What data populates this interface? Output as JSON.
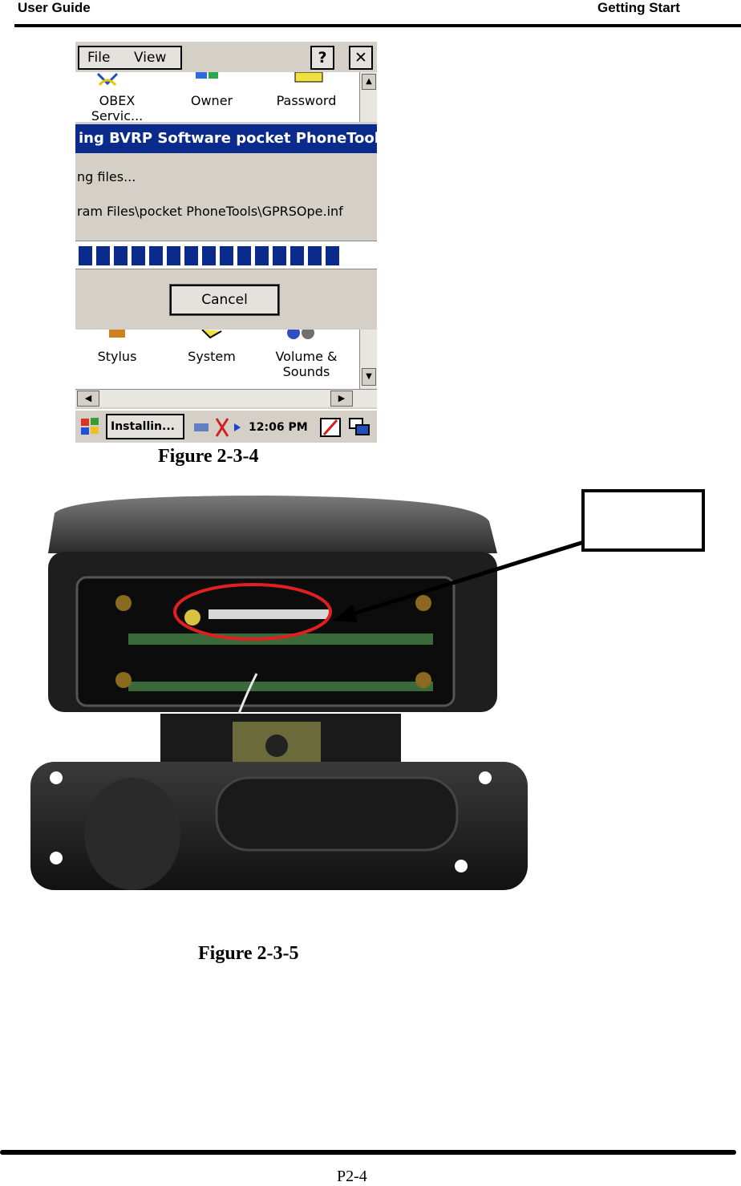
{
  "header": {
    "left": "User Guide",
    "right": "Getting Start"
  },
  "figure1": {
    "caption": "Figure 2-3-4",
    "menu": {
      "file": "File",
      "view": "View",
      "help_label": "?",
      "close_label": "✕"
    },
    "top_icons": [
      "OBEX Servic...",
      "Owner",
      "Password"
    ],
    "dialog": {
      "title": "ing BVRP Software pocket PhoneTool",
      "line1": "ng files...",
      "line2": "ram Files\\pocket PhoneTools\\GPRSOpe.inf",
      "progress": 0.93,
      "cancel_label": "Cancel"
    },
    "bottom_icons": [
      "Stylus",
      "System",
      "Volume & Sounds"
    ],
    "taskbar": {
      "task_label": "Installin...",
      "clock": "12:06 PM"
    }
  },
  "figure2": {
    "caption": "Figure 2-3-5"
  },
  "footer": {
    "page": "P2-4"
  }
}
